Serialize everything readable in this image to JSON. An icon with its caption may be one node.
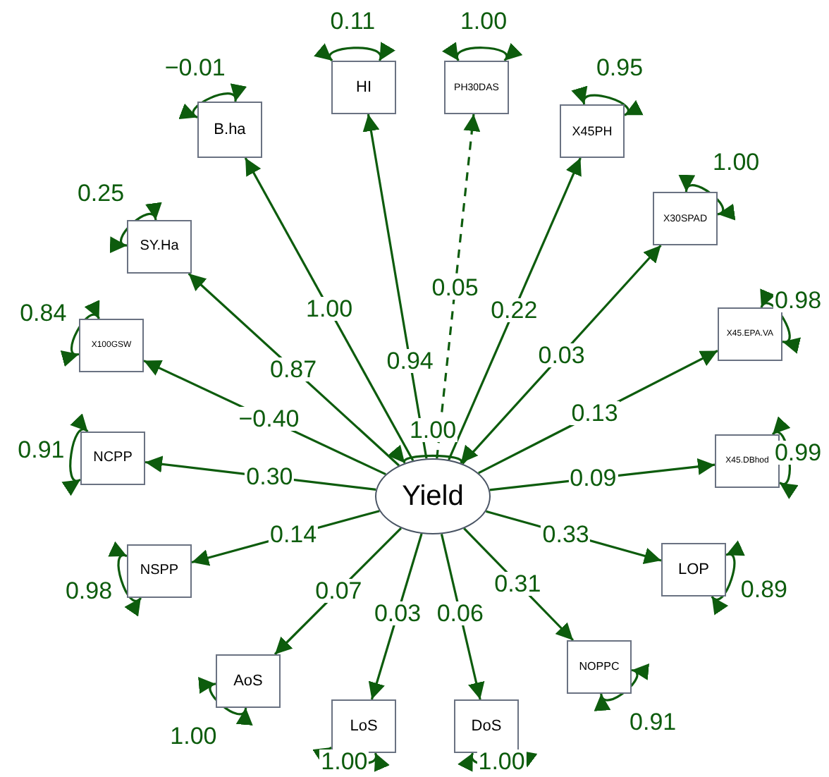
{
  "diagram": {
    "nodes": [
      {
        "text": [
          "Yield"
        ]
      },
      {
        "text": [
          "B.ha"
        ]
      },
      {
        "text": [
          "HI"
        ]
      },
      {
        "text": [
          "PH30DAS"
        ]
      },
      {
        "text": [
          "X45PH"
        ]
      },
      {
        "text": [
          "X30SPAD"
        ]
      },
      {
        "text": [
          "X45.EPA.VA"
        ]
      },
      {
        "text": [
          "X45.DBhod"
        ]
      },
      {
        "text": [
          "LOP"
        ]
      },
      {
        "text": [
          "NOPPC"
        ]
      },
      {
        "text": [
          "DoS"
        ]
      },
      {
        "text": [
          "LoS"
        ]
      },
      {
        "text": [
          "AoS"
        ]
      },
      {
        "text": [
          "NSPP"
        ]
      },
      {
        "text": [
          "NCPP"
        ]
      },
      {
        "text": [
          "X100GSW"
        ]
      },
      {
        "text": [
          "SY.Ha"
        ]
      }
    ],
    "edges": [
      {
        "from": 0,
        "to": 1,
        "arrow": "to",
        "label": "1.00"
      },
      {
        "from": 0,
        "to": 2,
        "arrow": "to",
        "label": "0.94"
      },
      {
        "from": 0,
        "to": 3,
        "arrow": "to",
        "label": "0.05",
        "style": "dashed"
      },
      {
        "from": 0,
        "to": 4,
        "arrow": "to",
        "label": "0.22"
      },
      {
        "from": 0,
        "to": 5,
        "arrow": "to",
        "label": "0.03"
      },
      {
        "from": 0,
        "to": 6,
        "arrow": "to",
        "label": "0.13"
      },
      {
        "from": 0,
        "to": 7,
        "arrow": "to",
        "label": "0.09"
      },
      {
        "from": 0,
        "to": 8,
        "arrow": "to",
        "label": "0.33"
      },
      {
        "from": 0,
        "to": 9,
        "arrow": "to",
        "label": "0.31"
      },
      {
        "from": 0,
        "to": 10,
        "arrow": "to",
        "label": "0.06"
      },
      {
        "from": 0,
        "to": 11,
        "arrow": "to",
        "label": "0.03"
      },
      {
        "from": 0,
        "to": 12,
        "arrow": "to",
        "label": "0.07"
      },
      {
        "from": 0,
        "to": 13,
        "arrow": "to",
        "label": "0.14"
      },
      {
        "from": 0,
        "to": 14,
        "arrow": "to",
        "label": "0.30"
      },
      {
        "from": 0,
        "to": 15,
        "arrow": "to",
        "label": "−0.40"
      },
      {
        "from": 0,
        "to": 16,
        "arrow": "to",
        "label": "0.87"
      },
      {
        "from": 0,
        "to": 0,
        "arrow": "both",
        "label": "1.00"
      },
      {
        "from": 1,
        "to": 1,
        "arrow": "both",
        "label": "−0.01"
      },
      {
        "from": 2,
        "to": 2,
        "arrow": "both",
        "label": "0.11"
      },
      {
        "from": 3,
        "to": 3,
        "arrow": "both",
        "label": "1.00"
      },
      {
        "from": 4,
        "to": 4,
        "arrow": "both",
        "label": "0.95"
      },
      {
        "from": 5,
        "to": 5,
        "arrow": "both",
        "label": "1.00"
      },
      {
        "from": 6,
        "to": 6,
        "arrow": "both",
        "label": "0.98"
      },
      {
        "from": 7,
        "to": 7,
        "arrow": "both",
        "label": "0.99"
      },
      {
        "from": 8,
        "to": 8,
        "arrow": "both",
        "label": "0.89"
      },
      {
        "from": 9,
        "to": 9,
        "arrow": "both",
        "label": "0.91"
      },
      {
        "from": 10,
        "to": 10,
        "arrow": "both",
        "label": "1.00"
      },
      {
        "from": 11,
        "to": 11,
        "arrow": "both",
        "label": "1.00"
      },
      {
        "from": 12,
        "to": 12,
        "arrow": "both",
        "label": "1.00"
      },
      {
        "from": 13,
        "to": 13,
        "arrow": "both",
        "label": "0.98"
      },
      {
        "from": 14,
        "to": 14,
        "arrow": "both",
        "label": "0.91"
      },
      {
        "from": 15,
        "to": 15,
        "arrow": "both",
        "label": "0.84"
      },
      {
        "from": 16,
        "to": 16,
        "arrow": "both",
        "label": "0.25"
      }
    ]
  }
}
